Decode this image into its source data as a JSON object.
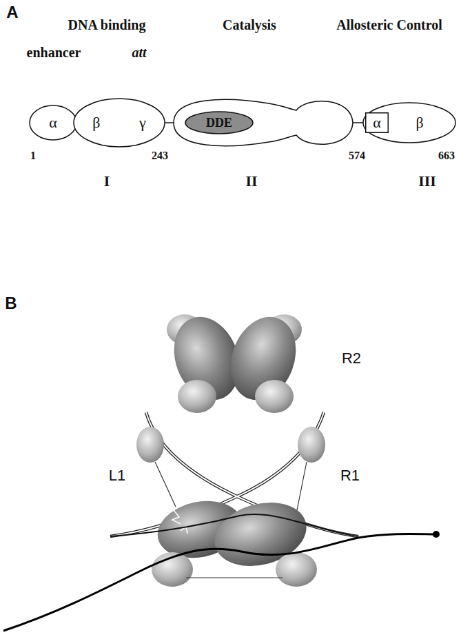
{
  "diagram": {
    "nodes": [
      {
        "text": [
          "α"
        ]
      },
      {
        "text": [
          "β",
          "γ"
        ]
      },
      {
        "text": [
          "DDE"
        ]
      },
      {
        "text": [
          "α"
        ]
      },
      {
        "text": [
          "β"
        ]
      }
    ],
    "labels": [
      "A",
      "DNA binding",
      "Catalysis",
      "Allosteric Control",
      "enhancer",
      "att",
      "1",
      "243",
      "574",
      "663",
      "I",
      "II",
      "III",
      "B",
      "R2",
      "L1",
      "R1"
    ]
  }
}
